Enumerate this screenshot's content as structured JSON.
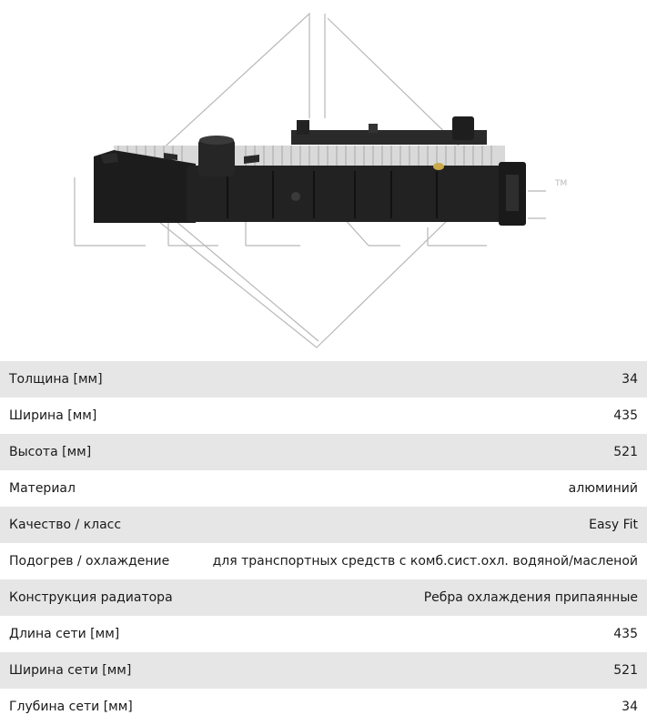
{
  "product": {
    "image_alt": "Радиатор охлаждения",
    "watermark_mark": "TM"
  },
  "specs": [
    {
      "label": "Толщина [мм]",
      "value": "34"
    },
    {
      "label": "Ширина [мм]",
      "value": "435"
    },
    {
      "label": "Высота [мм]",
      "value": "521"
    },
    {
      "label": "Материал",
      "value": "алюминий"
    },
    {
      "label": "Качество / класс",
      "value": "Easy Fit"
    },
    {
      "label": "Подогрев / охлаждение",
      "value": "для транспортных средств с комб.сист.охл. водяной/масленой"
    },
    {
      "label": "Конструкция радиатора",
      "value": "Ребра охлаждения припаянные"
    },
    {
      "label": "Длина сети [мм]",
      "value": "435"
    },
    {
      "label": "Ширина сети [мм]",
      "value": "521"
    },
    {
      "label": "Глубина сети [мм]",
      "value": "34"
    }
  ],
  "colors": {
    "row_stripe": "#e6e6e6",
    "row_plain": "#ffffff",
    "text": "#1a1a1a"
  }
}
